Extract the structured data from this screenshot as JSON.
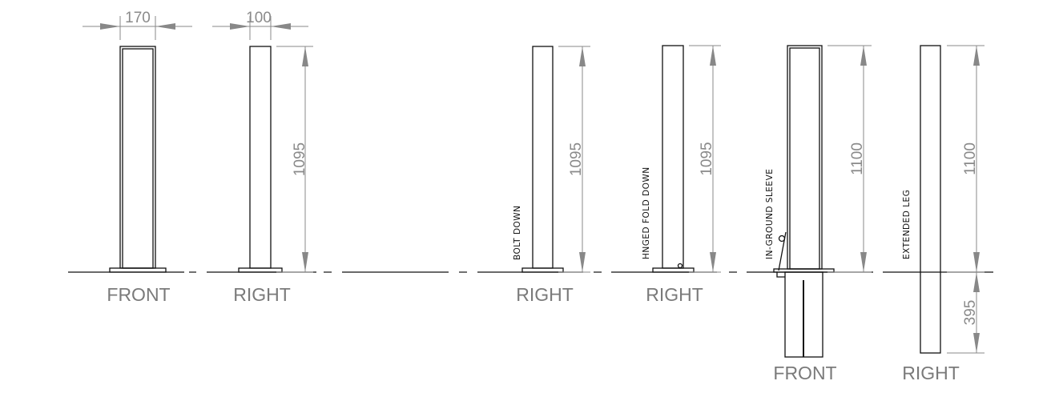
{
  "dimensions": {
    "front_width": "170",
    "right_width": "100",
    "height_1": "1095",
    "height_2": "1095",
    "height_3": "1095",
    "height_4": "1100",
    "height_5": "1100",
    "extended_depth": "395"
  },
  "variants": [
    {
      "view": "FRONT"
    },
    {
      "view": "RIGHT"
    },
    {
      "view": "RIGHT",
      "note": "BOLT DOWN"
    },
    {
      "view": "RIGHT",
      "note": "HNGED FOLD DOWN"
    },
    {
      "view": "FRONT",
      "note": "IN-GROUND SLEEVE"
    },
    {
      "view": "RIGHT",
      "note": "EXTENDED LEG"
    }
  ],
  "colors": {
    "line": "#111111",
    "dimension": "#888888"
  }
}
